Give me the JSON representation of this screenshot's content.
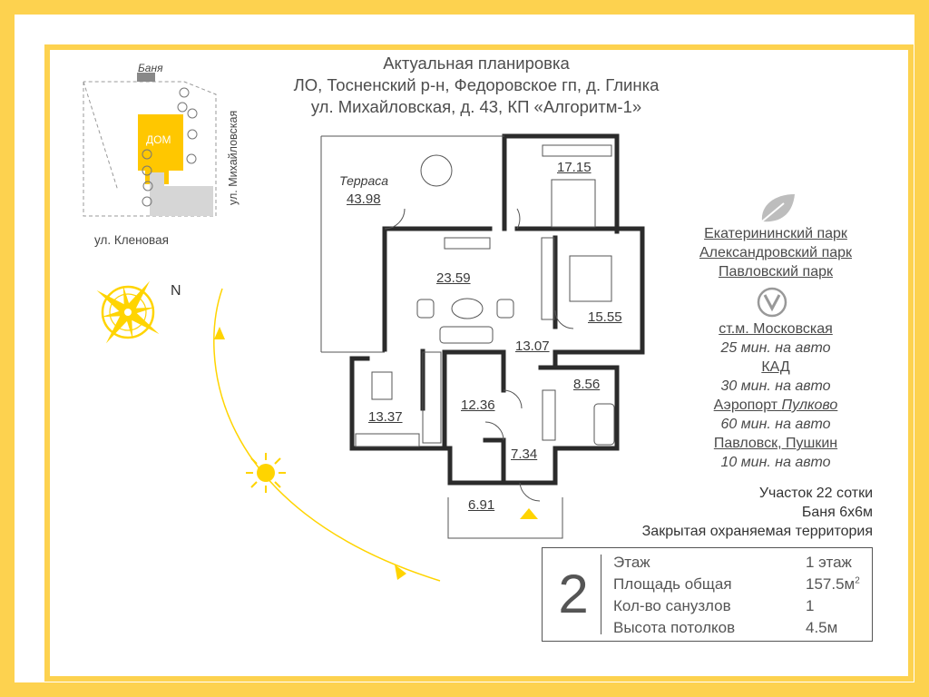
{
  "header": {
    "line1": "Актуальная планировка",
    "line2": "ЛО, Тосненский р-н, Федоровское гп, д. Глинка",
    "line3": "ул. Михайловская, д. 43, КП «Алгоритм-1»"
  },
  "site_plan": {
    "banya_label": "Баня",
    "house_label": "ДОМ",
    "street_mikhailovskaya": "ул. Михайловская",
    "street_klenovaya": "ул. Кленовая",
    "north_label": "N"
  },
  "rooms": {
    "terrace_name": "Терраса",
    "terrace_area": "43.98",
    "bedroom1": "17.15",
    "living": "23.59",
    "bedroom2": "15.55",
    "hall": "13.07",
    "kitchen": "13.37",
    "room": "12.36",
    "bath": "8.56",
    "corridor": "7.34",
    "porch": "6.91"
  },
  "nearby": {
    "park1": "Екатерининский парк",
    "park2": "Александровский парк",
    "park3": "Павловский парк",
    "metro": "ст.м. Московская",
    "metro_time": "25 мин. на авто",
    "kad": "КАД",
    "kad_time": "30 мин. на авто",
    "airport_a": "Аэропорт ",
    "airport_b": "Пулково",
    "airport_time": "60 мин. на авто",
    "towns": "Павловск, Пушкин",
    "towns_time": "10 мин. на авто"
  },
  "facts": {
    "plot": "Участок 22 сотки",
    "banya": "Баня 6х6м",
    "territory": "Закрытая охраняемая территория"
  },
  "specs": {
    "floors_count": "2",
    "rows": [
      {
        "key": "Этаж",
        "value": "1 этаж"
      },
      {
        "key": "Площадь общая",
        "value": "157.5м"
      },
      {
        "key": "Кол-во санузлов",
        "value": "1"
      },
      {
        "key": "Высота потолков",
        "value": "4.5м"
      }
    ],
    "area_sup": "2"
  },
  "colors": {
    "accent": "#FDD24F",
    "house": "#FFC700",
    "sun": "#FFD400",
    "wall": "#2b2b2b"
  }
}
